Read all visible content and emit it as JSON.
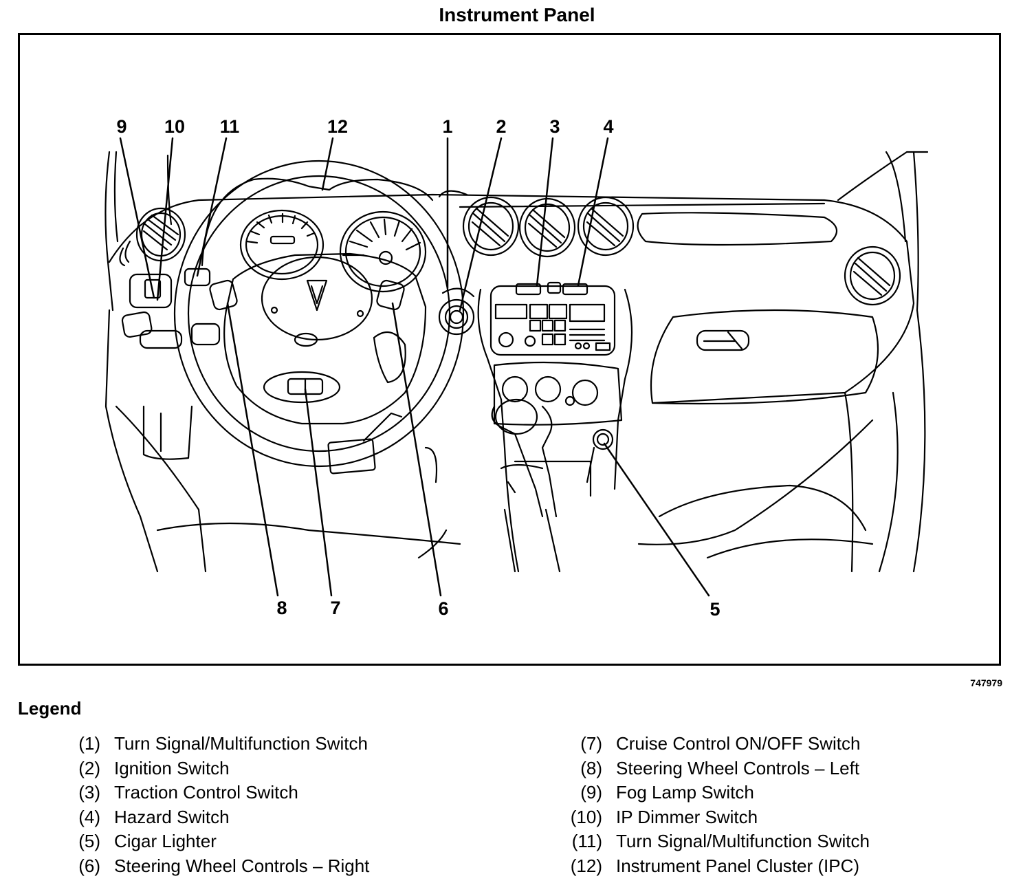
{
  "title": "Instrument Panel",
  "figure_id": "747979",
  "callouts": [
    {
      "num": "9"
    },
    {
      "num": "10"
    },
    {
      "num": "11"
    },
    {
      "num": "12"
    },
    {
      "num": "1"
    },
    {
      "num": "2"
    },
    {
      "num": "3"
    },
    {
      "num": "4"
    },
    {
      "num": "8"
    },
    {
      "num": "7"
    },
    {
      "num": "6"
    },
    {
      "num": "5"
    }
  ],
  "legend": {
    "title": "Legend",
    "left": [
      {
        "num": "(1)",
        "label": "Turn Signal/Multifunction Switch"
      },
      {
        "num": "(2)",
        "label": "Ignition Switch"
      },
      {
        "num": "(3)",
        "label": "Traction Control Switch"
      },
      {
        "num": "(4)",
        "label": "Hazard Switch"
      },
      {
        "num": "(5)",
        "label": "Cigar Lighter"
      },
      {
        "num": "(6)",
        "label": "Steering Wheel Controls – Right"
      }
    ],
    "right": [
      {
        "num": "(7)",
        "label": "Cruise Control ON/OFF Switch"
      },
      {
        "num": "(8)",
        "label": "Steering Wheel Controls – Left"
      },
      {
        "num": "(9)",
        "label": "Fog Lamp Switch"
      },
      {
        "num": "(10)",
        "label": "IP Dimmer Switch"
      },
      {
        "num": "(11)",
        "label": "Turn Signal/Multifunction Switch"
      },
      {
        "num": "(12)",
        "label": "Instrument Panel Cluster (IPC)"
      }
    ]
  }
}
